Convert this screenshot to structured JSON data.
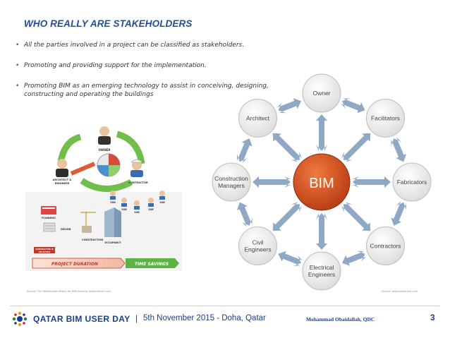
{
  "slide": {
    "title": "WHO REALLY ARE STAKEHOLDERS",
    "bullets": [
      "All the parties involved in a project can be classified as stakeholders.",
      "Promoting and providing support for the implementation.",
      "Promoting BIM as an emerging technology to assist in conceiving, designing, constructing and operating the buildings"
    ]
  },
  "illustration": {
    "labels": {
      "owner": "OWNER",
      "contractor": "CONTRACTOR",
      "architect": "ARCHITECT &",
      "engineer": "ENGINEER",
      "sub": "SUB",
      "planning": "PLANNING",
      "design": "DESIGN",
      "construction": "CONSTRUCTION",
      "occupancy": "OCCUPANCY",
      "contractor_selected_1": "CONTRACTOR IS",
      "contractor_selected_2": "SELECTED",
      "project_duration": "PROJECT DURATION",
      "time_savings": "TIME SAVINGS"
    },
    "colors": {
      "green": "#3d9a3a",
      "red_arrow": "#c0392b",
      "arrow_fill": "#f7d7c8"
    }
  },
  "bim_diagram": {
    "center": "BIM",
    "nodes": [
      {
        "line1": "Owner",
        "line2": ""
      },
      {
        "line1": "Facilitators",
        "line2": ""
      },
      {
        "line1": "Fabricators",
        "line2": ""
      },
      {
        "line1": "Contractors",
        "line2": ""
      },
      {
        "line1": "Electrical",
        "line2": "Engineers"
      },
      {
        "line1": "Civil",
        "line2": "Engineers"
      },
      {
        "line1": "Construction",
        "line2": "Managers"
      },
      {
        "line1": "Architect",
        "line2": ""
      }
    ],
    "colors": {
      "center": "#d04a1e",
      "arrow": "#8fa9c4",
      "node": "#f2f2f2"
    }
  },
  "sources": {
    "left": "Source: The Stakeholder Matrix for BIM projects (www.d3ned.com)",
    "right": "Source: www.bluentcad.com"
  },
  "footer": {
    "event_name": "QATAR BIM USER DAY",
    "separator": "|",
    "event_date": "5th November 2015 - Doha, Qatar",
    "author": "Mohammad Obaidallah, QDC",
    "page_number": "3"
  }
}
